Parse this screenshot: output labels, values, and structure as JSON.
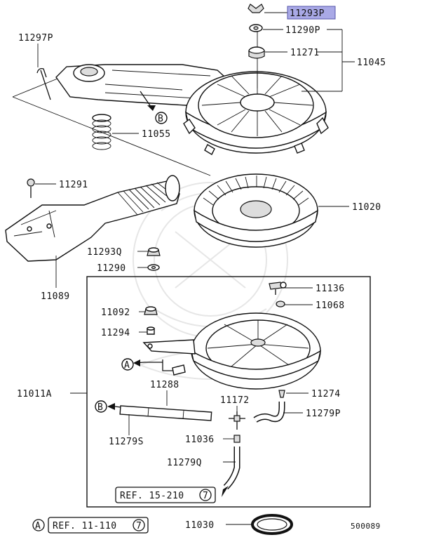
{
  "labels": {
    "p11293P": "11293P",
    "p11290P": "11290P",
    "p11271": "11271",
    "p11045": "11045",
    "p11297P": "11297P",
    "p11055": "11055",
    "p11291": "11291",
    "p11020": "11020",
    "p11293Q": "11293Q",
    "p11290": "11290",
    "p11089": "11089",
    "p11136": "11136",
    "p11068": "11068",
    "p11092": "11092",
    "p11294": "11294",
    "p11288": "11288",
    "p11274": "11274",
    "p11011A": "11011A",
    "p11172": "11172",
    "p11279P": "11279P",
    "p11279S": "11279S",
    "p11036": "11036",
    "p11279Q": "11279Q",
    "p11030": "11030"
  },
  "markers": {
    "a": "A",
    "b": "B",
    "seven": "7"
  },
  "references": {
    "ref_15_210": "REF. 15-210",
    "ref_11_110": "REF. 11-110"
  },
  "diagram_code": "500089",
  "colors": {
    "highlight": "#a9a9e6",
    "line": "#111111"
  }
}
